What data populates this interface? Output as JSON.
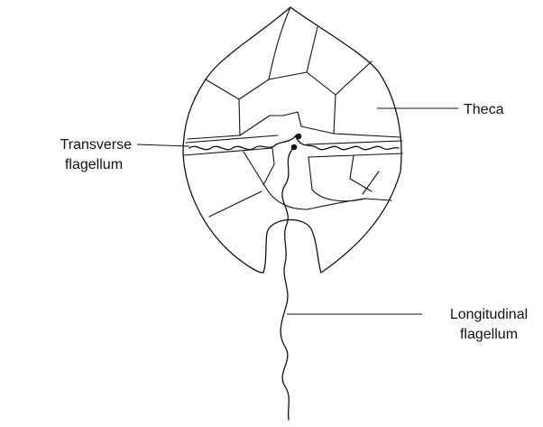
{
  "labels": {
    "theca": "Theca",
    "transverse_line1": "Transverse",
    "transverse_line2": "flagellum",
    "longitudinal_line1": "Longitudinal",
    "longitudinal_line2": "flagellum"
  }
}
